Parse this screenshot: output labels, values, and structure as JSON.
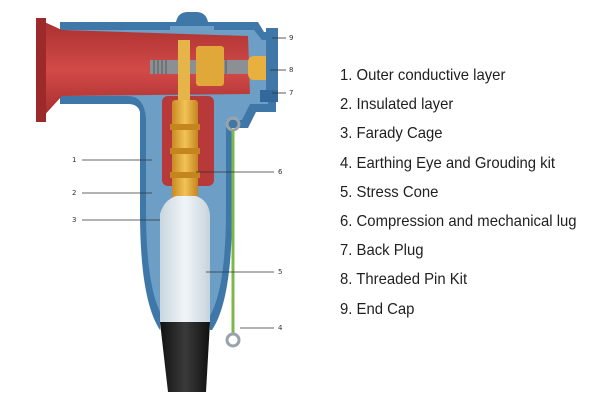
{
  "diagram": {
    "callouts": [
      "1",
      "2",
      "3",
      "6",
      "5",
      "4",
      "9",
      "8",
      "7"
    ]
  },
  "legend": {
    "items": [
      "1. Outer conductive layer",
      "2. Insulated layer",
      "3. Farady Cage",
      "4. Earthing Eye and Grouding kit",
      "5. Stress Cone",
      "6. Compression and mechanical lug",
      "7. Back Plug",
      "8. Threaded Pin Kit",
      "9. End Cap"
    ]
  },
  "colors": {
    "outer_shell": "#3f78a8",
    "insulation": "#6d9ec6",
    "red_body": "#c4403f",
    "lug_gold": "#e0a838",
    "stress_cone": "#dfe8ee",
    "cable": "#222222",
    "earth_wire": "#7cb84a"
  }
}
